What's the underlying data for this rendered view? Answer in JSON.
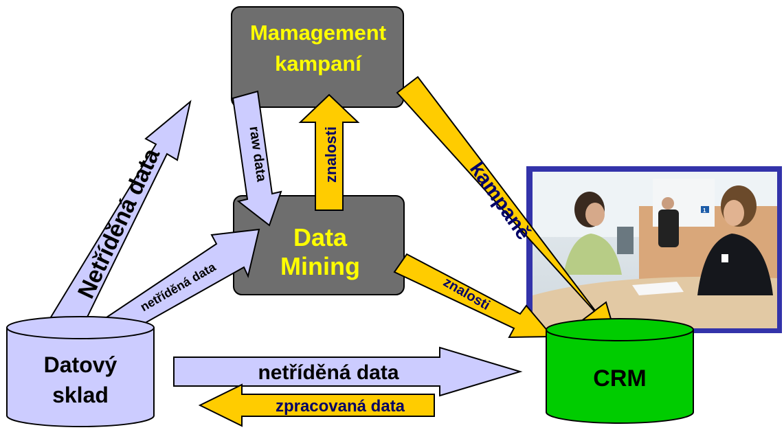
{
  "nodes": {
    "management": {
      "line1": "Mamagement",
      "line2": "kampaní"
    },
    "datamining": {
      "line1": "Data",
      "line2": "Mining"
    },
    "warehouse": {
      "line1": "Datový",
      "line2": "sklad"
    },
    "crm": {
      "label": "CRM"
    }
  },
  "arrows": {
    "netridena_big": "Netříděná data",
    "netridena_small": "netříděná data",
    "raw_data": "raw data",
    "znalosti_up": "znalosti",
    "kampane": "kampaně",
    "znalosti_crm": "znalosti",
    "netridena_bottom": "netříděná data",
    "zpracovana": "zpracovaná data"
  },
  "photo": {
    "sign": "1"
  },
  "colors": {
    "box_gray": "#6e6e6e",
    "box_text_yellow": "#ffff00",
    "arrow_lavender": "#ccccff",
    "arrow_gold": "#ffcc00",
    "crm_green": "#00cc00",
    "photo_frame": "#3333aa",
    "label_navy": "#000066"
  }
}
